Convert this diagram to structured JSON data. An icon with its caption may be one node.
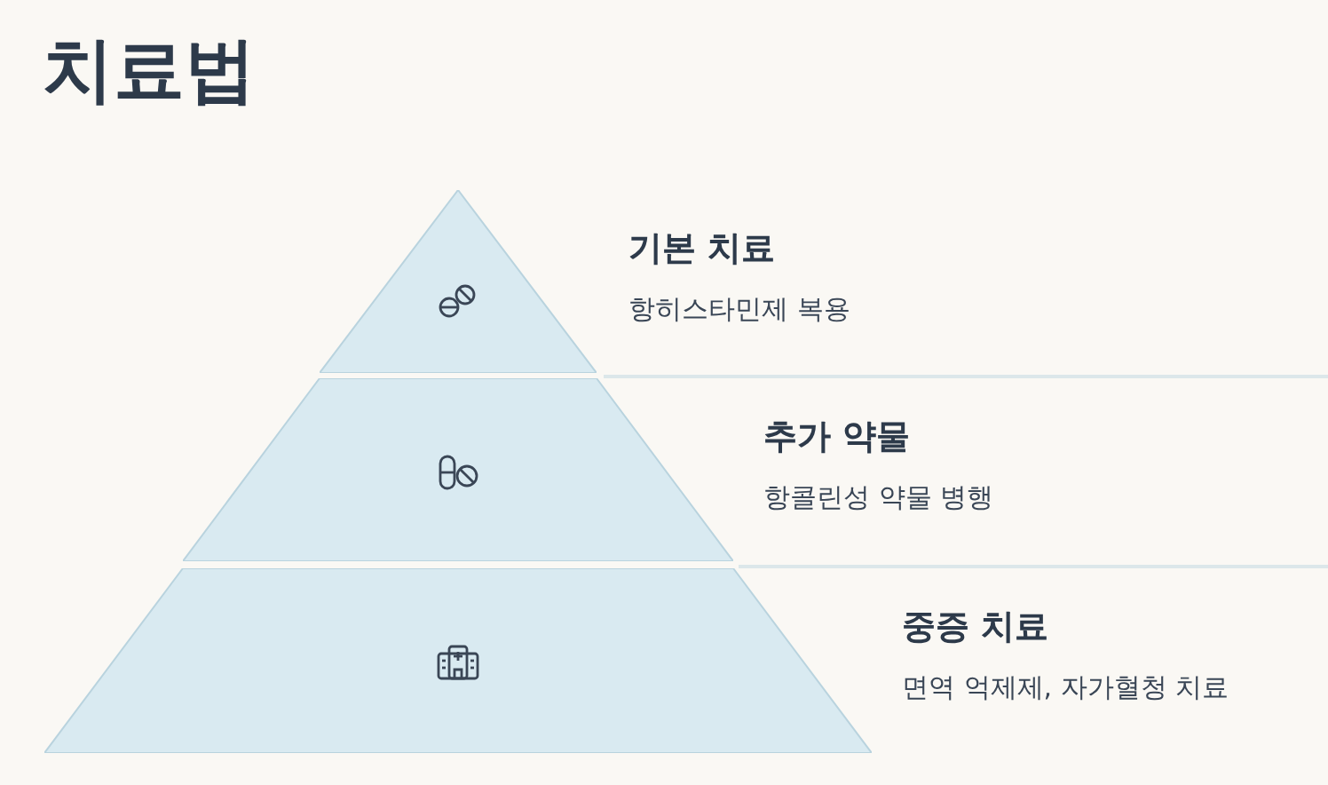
{
  "diagram": {
    "title": "치료법",
    "nodes": [
      {
        "text": [],
        "shape": "triangle",
        "beside": [
          "기본 치료",
          "항히스타민제 복용"
        ]
      },
      {
        "text": [],
        "shape": "trapezoid",
        "beside": [
          "추가 약물",
          "항콜린성 약물 병행"
        ]
      },
      {
        "text": [],
        "shape": "trapezoid",
        "beside": [
          "중증 치료",
          "면역 억제제, 자가혈청 치료"
        ]
      }
    ]
  }
}
